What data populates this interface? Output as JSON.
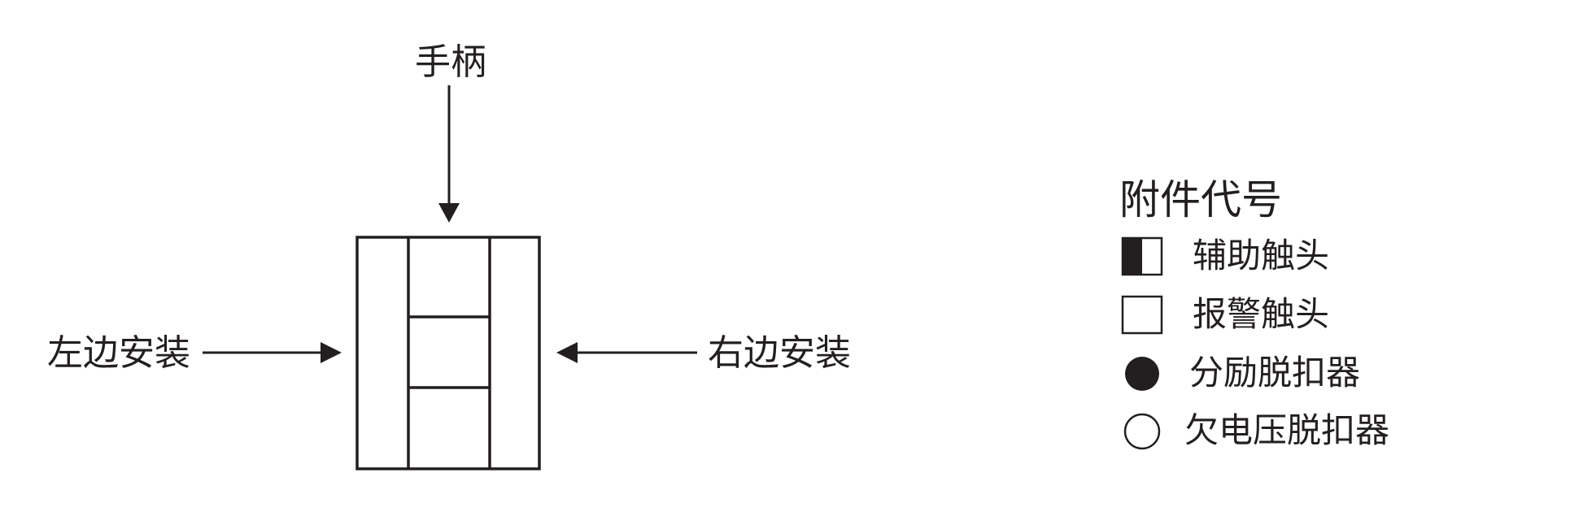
{
  "diagram": {
    "handle_label": "手柄",
    "left_label": "左边安装",
    "right_label": "右边安装"
  },
  "legend": {
    "title": "附件代号",
    "items": [
      {
        "symbol": "half-filled-square-icon",
        "label": "辅助触头"
      },
      {
        "symbol": "empty-square-icon",
        "label": "报警触头"
      },
      {
        "symbol": "filled-circle-icon",
        "label": "分励脱扣器"
      },
      {
        "symbol": "empty-circle-icon",
        "label": "欠电压脱扣器"
      }
    ]
  },
  "colors": {
    "ink": "#231f20",
    "background": "#ffffff"
  }
}
